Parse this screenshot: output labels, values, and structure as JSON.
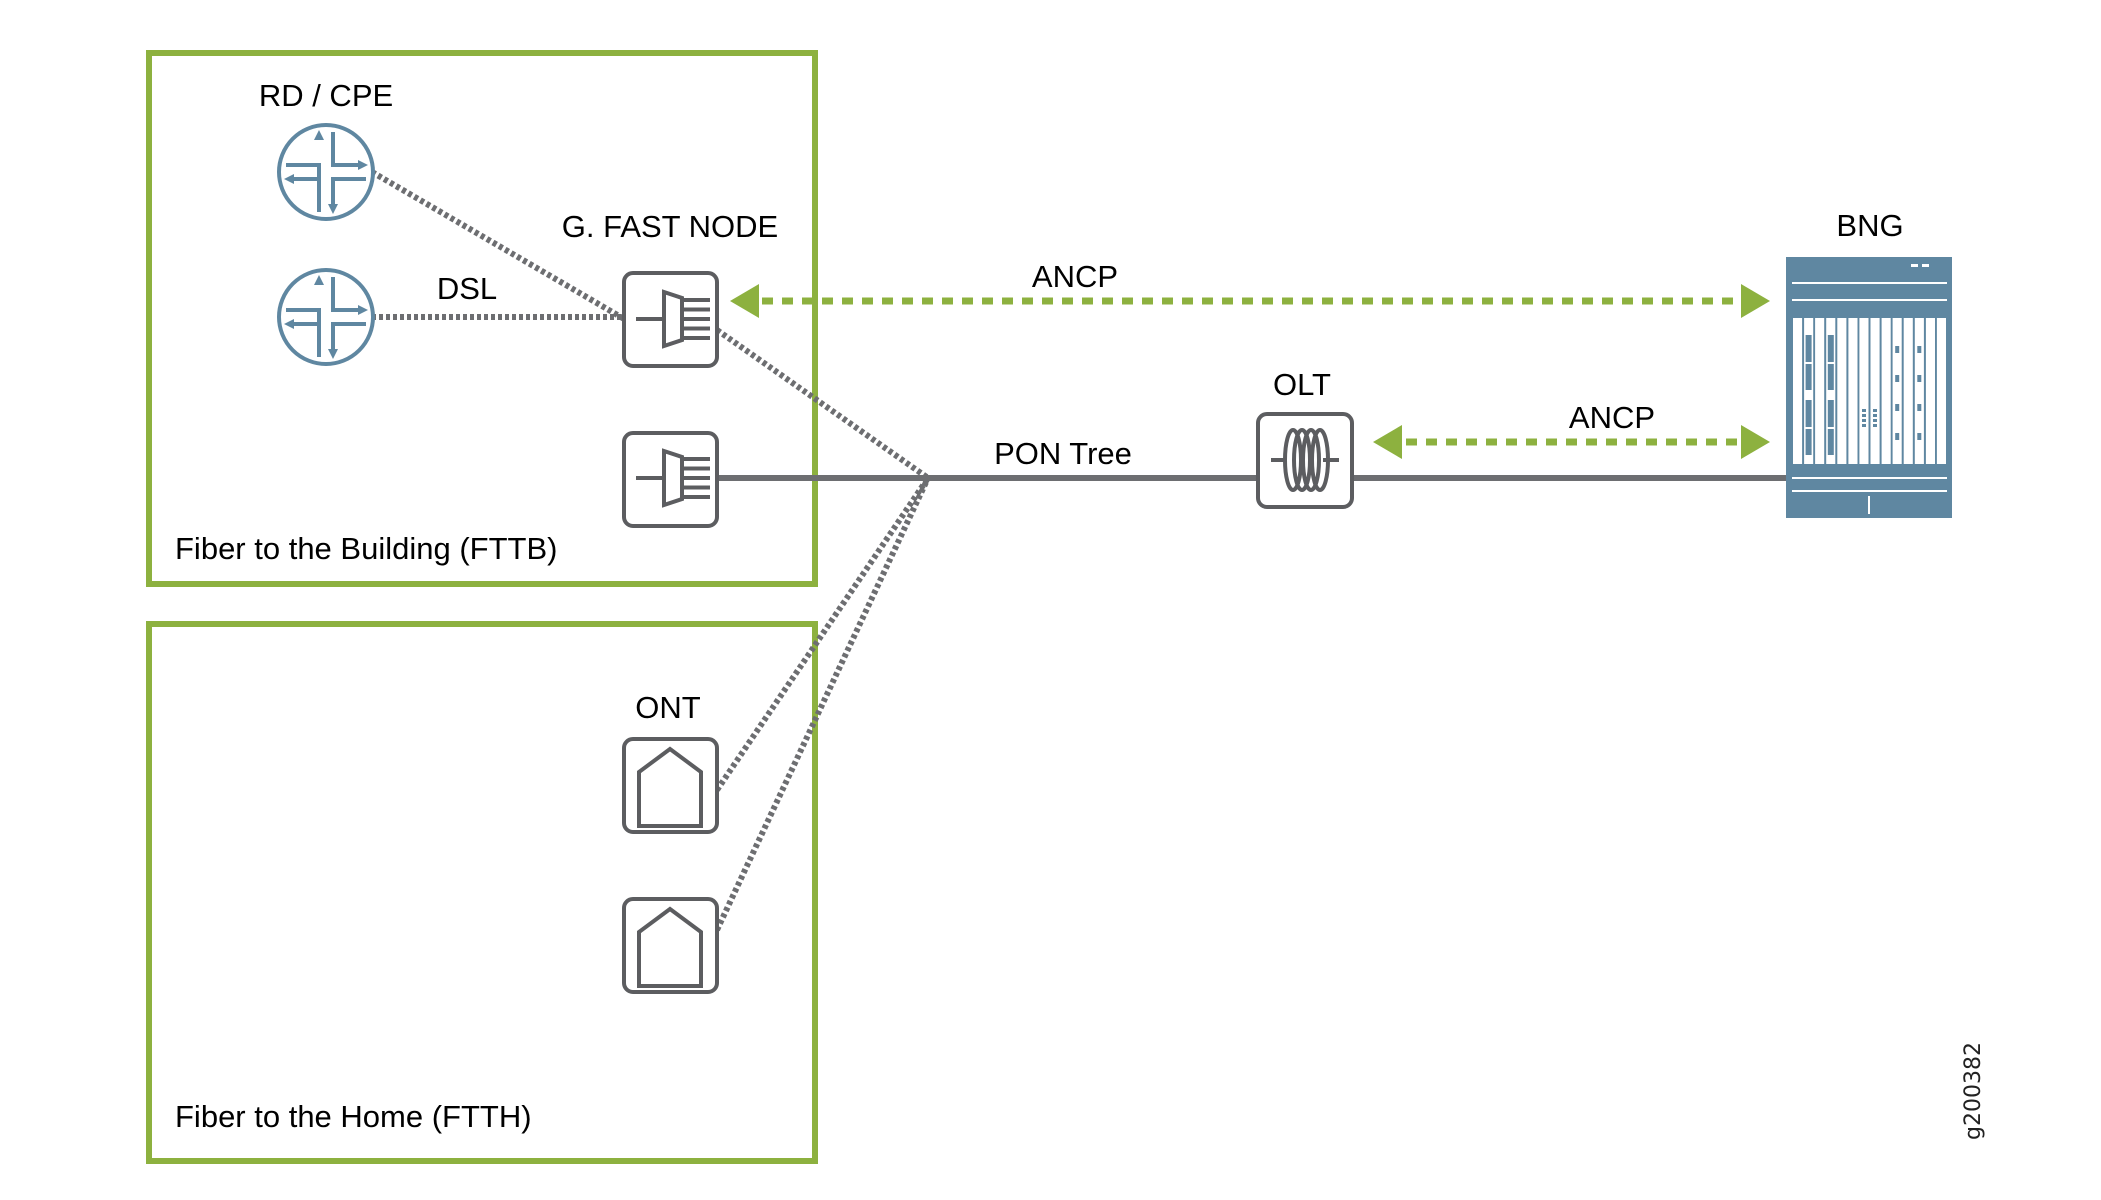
{
  "colors": {
    "region_border": "#8db13f",
    "device_stroke": "#5c5d60",
    "link_gray": "#6d6e71",
    "router_blue": "#5f87a1",
    "bng_fill": "#5f87a1",
    "ancp_green": "#8db13f"
  },
  "regions": [
    {
      "id": "fttb",
      "label": "Fiber to the Building (FTTB)"
    },
    {
      "id": "ftth",
      "label": "Fiber to the Home (FTTH)"
    }
  ],
  "nodes": {
    "rd_cpe": {
      "label": "RD / CPE",
      "icon": "router-icon",
      "count": 2
    },
    "gfast": {
      "label": "G. FAST NODE",
      "icon": "multiplexer-icon",
      "count": 2
    },
    "ont": {
      "label": "ONT",
      "icon": "house-icon",
      "count": 2
    },
    "olt": {
      "label": "OLT",
      "icon": "optical-coil-icon"
    },
    "bng": {
      "label": "BNG",
      "icon": "chassis-router-icon"
    }
  },
  "links": {
    "dsl_label": "DSL",
    "pon_label": "PON Tree",
    "ancp_top_label": "ANCP",
    "ancp_olt_label": "ANCP"
  },
  "figure_id": "g200382"
}
